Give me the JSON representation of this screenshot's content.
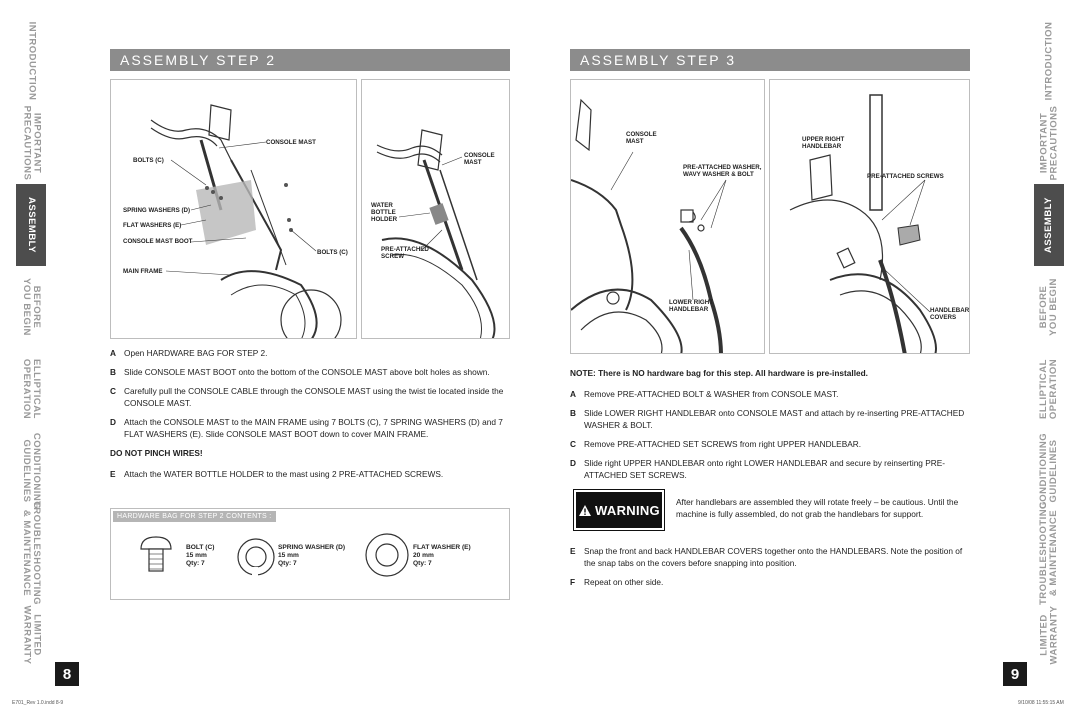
{
  "side_tabs": {
    "left": [
      "INTRODUCTION",
      "IMPORTANT\nPRECAUTIONS",
      "ASSEMBLY",
      "BEFORE\nYOU BEGIN",
      "ELLIPTICAL\nOPERATION",
      "CONDITIONING\nGUIDELINES",
      "TROUBLESHOOTING\n& MAINTENANCE",
      "LIMITED\nWARRANTY"
    ],
    "right": [
      "INTRODUCTION",
      "IMPORTANT\nPRECAUTIONS",
      "ASSEMBLY",
      "BEFORE\nYOU BEGIN",
      "ELLIPTICAL\nOPERATION",
      "CONDITIONING\nGUIDELINES",
      "TROUBLESHOOTING\n& MAINTENANCE",
      "LIMITED\nWARRANTY"
    ],
    "active": "ASSEMBLY"
  },
  "left_page": {
    "page_number": "8",
    "header": "ASSEMBLY STEP 2",
    "diagram1_labels": {
      "console_mast": "CONSOLE MAST",
      "bolts": "BOLTS (C)",
      "spring_washers": "SPRING WASHERS (D)",
      "flat_washers": "FLAT WASHERS (E)",
      "console_mast_boot": "CONSOLE MAST BOOT",
      "bolts2": "BOLTS (C)",
      "main_frame": "MAIN FRAME"
    },
    "diagram2_labels": {
      "console_mast": "CONSOLE\nMAST",
      "water_bottle_holder": "WATER\nBOTTLE\nHOLDER",
      "pre_attached_screw": "PRE-ATTACHED\nSCREW"
    },
    "steps": [
      {
        "letter": "A",
        "text": "Open HARDWARE BAG FOR STEP 2."
      },
      {
        "letter": "B",
        "text": "Slide CONSOLE MAST BOOT onto the bottom of the CONSOLE MAST above bolt holes as shown."
      },
      {
        "letter": "C",
        "text": "Carefully pull the CONSOLE CABLE through the CONSOLE MAST using the twist tie located inside the CONSOLE MAST."
      },
      {
        "letter": "D",
        "text": "Attach the CONSOLE MAST to the MAIN FRAME using 7 BOLTS (C), 7 SPRING WASHERS (D) and 7 FLAT WASHERS (E). Slide CONSOLE MAST BOOT down to cover MAIN FRAME."
      }
    ],
    "caution": "DO NOT PINCH WIRES!",
    "step_e": {
      "letter": "E",
      "text": "Attach the WATER BOTTLE HOLDER to the mast using 2 PRE-ATTACHED SCREWS."
    },
    "hardware": {
      "title": "HARDWARE BAG FOR STEP 2 CONTENTS :",
      "items": [
        {
          "name": "BOLT (C)",
          "size": "15 mm",
          "qty": "Qty: 7"
        },
        {
          "name": "SPRING WASHER (D)",
          "size": "15 mm",
          "qty": "Qty: 7"
        },
        {
          "name": "FLAT WASHER (E)",
          "size": "20 mm",
          "qty": "Qty: 7"
        }
      ]
    },
    "footer": "E701_Rev 1.0.indd   8-9"
  },
  "right_page": {
    "page_number": "9",
    "header": "ASSEMBLY STEP 3",
    "diagram1_labels": {
      "console_mast": "CONSOLE\nMAST",
      "pre_attached_washer": "PRE-ATTACHED WASHER,\nWAVY WASHER & BOLT",
      "lower_right_handlebar": "LOWER RIGHT\nHANDLEBAR"
    },
    "diagram2_labels": {
      "upper_right_handlebar": "UPPER RIGHT\nHANDLEBAR",
      "pre_attached_screws": "PRE-ATTACHED SCREWS",
      "handlebar_covers": "HANDLEBAR\nCOVERS"
    },
    "note": "NOTE: There is NO hardware bag for this step. All hardware is pre-installed.",
    "steps": [
      {
        "letter": "A",
        "text": "Remove PRE-ATTACHED BOLT & WASHER from CONSOLE MAST."
      },
      {
        "letter": "B",
        "text": "Slide LOWER RIGHT HANDLEBAR onto CONSOLE MAST and attach by re-inserting PRE-ATTACHED WASHER & BOLT."
      },
      {
        "letter": "C",
        "text": "Remove PRE-ATTACHED SET SCREWS from right UPPER HANDLEBAR."
      },
      {
        "letter": "D",
        "text": "Slide right UPPER HANDLEBAR onto right LOWER HANDLEBAR and secure by reinserting PRE-ATTACHED SET SCREWS."
      }
    ],
    "warning_label": "WARNING",
    "warning_text": "After handlebars are assembled they will rotate freely – be cautious. Until the machine is fully assembled, do not grab the handlebars for support.",
    "steps_after": [
      {
        "letter": "E",
        "text": "Snap the front and back HANDLEBAR COVERS together onto the HANDLEBARS. Note the position of the snap tabs on the covers before snapping into position."
      },
      {
        "letter": "F",
        "text": "Repeat on other side."
      }
    ],
    "footer": "9/10/08   11:55:15 AM"
  }
}
